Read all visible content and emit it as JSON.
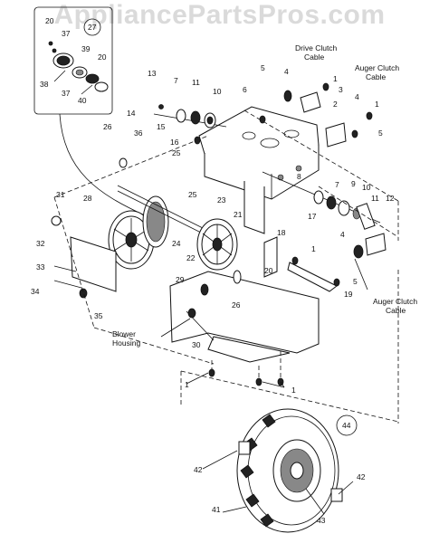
{
  "watermark": "AppliancePartsPros.com",
  "labels": {
    "drive_clutch_cable": [
      "Drive Clutch",
      "Cable"
    ],
    "auger_clutch_cable_top": [
      "Auger Clutch",
      "Cable"
    ],
    "auger_clutch_cable_bottom": [
      "Auger Clutch",
      "Cable"
    ],
    "blower_housing": [
      "Blower",
      "Housing"
    ]
  },
  "inset": {
    "callouts": [
      "20",
      "37",
      "27",
      "39",
      "20",
      "38",
      "37",
      "40"
    ]
  },
  "callouts": {
    "c13": "13",
    "c7a": "7",
    "c11a": "11",
    "c10a": "10",
    "c6": "6",
    "c5a": "5",
    "c4a": "4",
    "c1a": "1",
    "c2": "2",
    "c3": "3",
    "c4b": "4",
    "c1b": "1",
    "c5b": "5",
    "c14": "14",
    "c15": "15",
    "c16": "16",
    "c26a": "26",
    "c36": "36",
    "c25a": "25",
    "c8": "8",
    "c7b": "7",
    "c9": "9",
    "c10b": "10",
    "c11b": "11",
    "c12": "12",
    "c31": "31",
    "c28": "28",
    "c25b": "25",
    "c23": "23",
    "c21": "21",
    "c17": "17",
    "c32": "32",
    "c24": "24",
    "c22": "22",
    "c18": "18",
    "c4c": "4",
    "c1c": "1",
    "c20": "20",
    "c33": "33",
    "c29": "29",
    "c5c": "5",
    "c19": "19",
    "c34": "34",
    "c26b": "26",
    "c35": "35",
    "c30": "30",
    "c1d": "1",
    "c1e": "1",
    "c44": "44",
    "c42a": "42",
    "c42b": "42",
    "c41": "41",
    "c43": "43"
  }
}
